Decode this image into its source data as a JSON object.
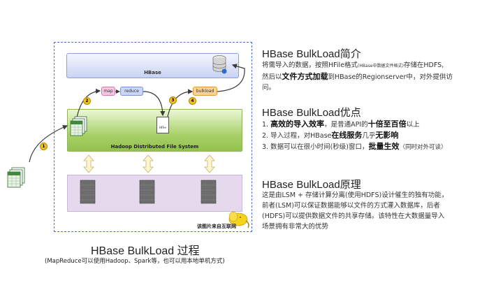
{
  "diagram": {
    "hbase_label": "HBase",
    "hdfs_label": "Hadoop Distributed File System",
    "map_label": "map",
    "reduce_label": "reduce",
    "bulkload_label": "bulkload",
    "hfile_label": "HFile",
    "steps": [
      "1",
      "2",
      "3",
      "4"
    ],
    "watermark": "该图片来自互联网"
  },
  "intro": {
    "title": "HBase BulkLoad简介",
    "p1_a": "将需导入的数据，按照HFile格式",
    "p1_small": "(HBase中数据文件格式)",
    "p1_b": "存储在HDFS,",
    "p2_a": "然后以",
    "p2_bold": "文件方式加载",
    "p2_b": "到HBase的Regionserver中，对外提供访",
    "p3": "问。"
  },
  "advantages": {
    "title": "HBase BulkLoad优点",
    "i1_a": "1. ",
    "i1_bold": "高效的导入效率",
    "i1_b": "，是普通API的",
    "i1_bold2": "十倍至百倍",
    "i1_c": "以上",
    "i2_a": "2.  导入过程，对HBase",
    "i2_bold": "在线服务",
    "i2_b": "几乎",
    "i2_bold2": "无影响",
    "i3_a": "3.  数据可以在很小时间(秒级)窗口，",
    "i3_bold": "批量生效",
    "i3_note": "（同时对外可读）"
  },
  "principle": {
    "title": "HBase BulkLoad原理",
    "l1": "这是由LSM + 存储计算分离(使用HDFS)设计催生的独有功能，",
    "l2": "前者(LSM)可以保证数据能够以文件的方式灌入数据库，后者",
    "l3": "(HDFS)可以提供数据文件的共享存储。该特性在大数据量导入",
    "l4": "场景拥有非常大的优势"
  },
  "caption": {
    "title": "HBase BulkLoad 过程",
    "subtitle": "(MapReduce可以使用Hadoop、Spark等，也可以用本地单机方式)"
  },
  "colors": {
    "frame": "#4a72c4",
    "hdfs": "#a9d16a",
    "hbase": "#c9d3f3",
    "step": "#f2c11e",
    "arrow": "#3a3a3a"
  }
}
